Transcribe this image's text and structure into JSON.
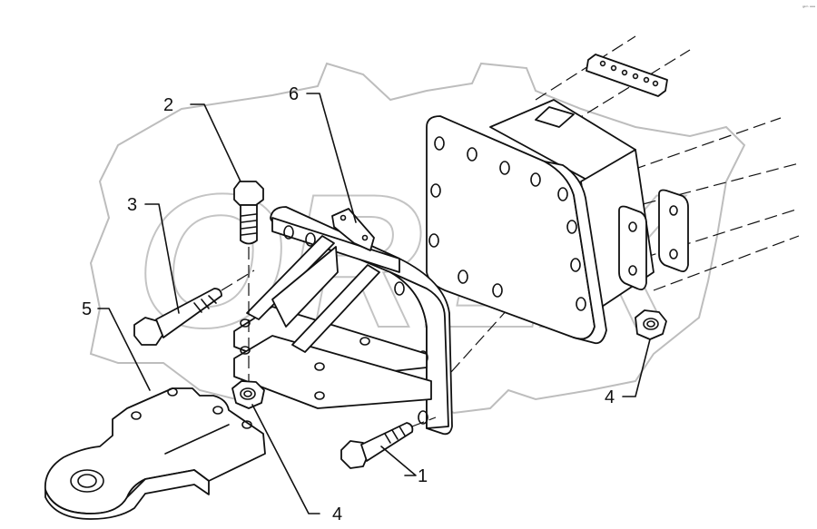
{
  "diagram": {
    "watermark_text": "OREX",
    "corner_mark": "ᵍᶦᵐ ᵃᵃᵃ",
    "callouts": [
      {
        "id": "c1",
        "label": "1"
      },
      {
        "id": "c2",
        "label": "2"
      },
      {
        "id": "c3",
        "label": "3"
      },
      {
        "id": "c4a",
        "label": "4"
      },
      {
        "id": "c4b",
        "label": "4"
      },
      {
        "id": "c5",
        "label": "5"
      },
      {
        "id": "c6",
        "label": "6"
      }
    ]
  }
}
